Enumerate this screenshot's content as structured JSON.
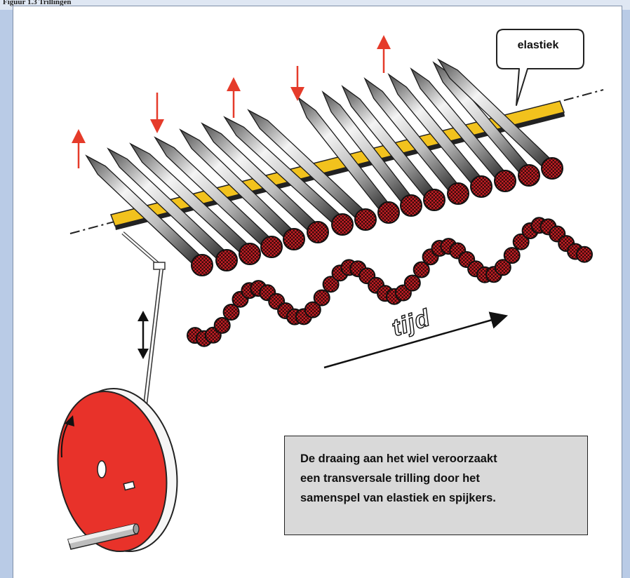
{
  "header_strip": "Figuur 1.3 Trillingen",
  "callout_label": "elastiek",
  "time_label": "tijd",
  "note_text": "De draaing aan het wiel veroorzaakt\neen transversale trilling door het\nsamenspel van elastiek en spijkers.",
  "colors": {
    "wheel": "#e8322a",
    "elastic": "#f2c21d",
    "arrow": "#e53b2a",
    "nail_head": "#c41f25",
    "note_bg": "#d9d9d9"
  },
  "icons": [
    "up-arrow-icon",
    "down-arrow-icon",
    "double-arrow-icon",
    "rotation-arrow-icon",
    "time-arrow-icon"
  ]
}
